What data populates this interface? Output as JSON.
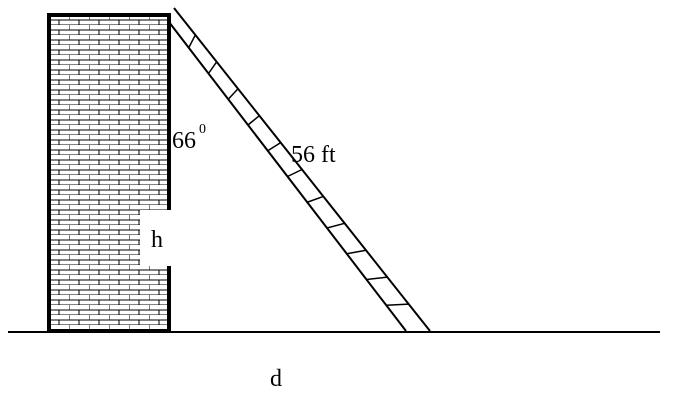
{
  "diagram": {
    "angle_label": "66",
    "angle_superscript": "0",
    "ladder_label": "56 ft",
    "height_label": "h",
    "distance_label": "d"
  },
  "colors": {
    "line": "#000000",
    "background": "#ffffff"
  }
}
